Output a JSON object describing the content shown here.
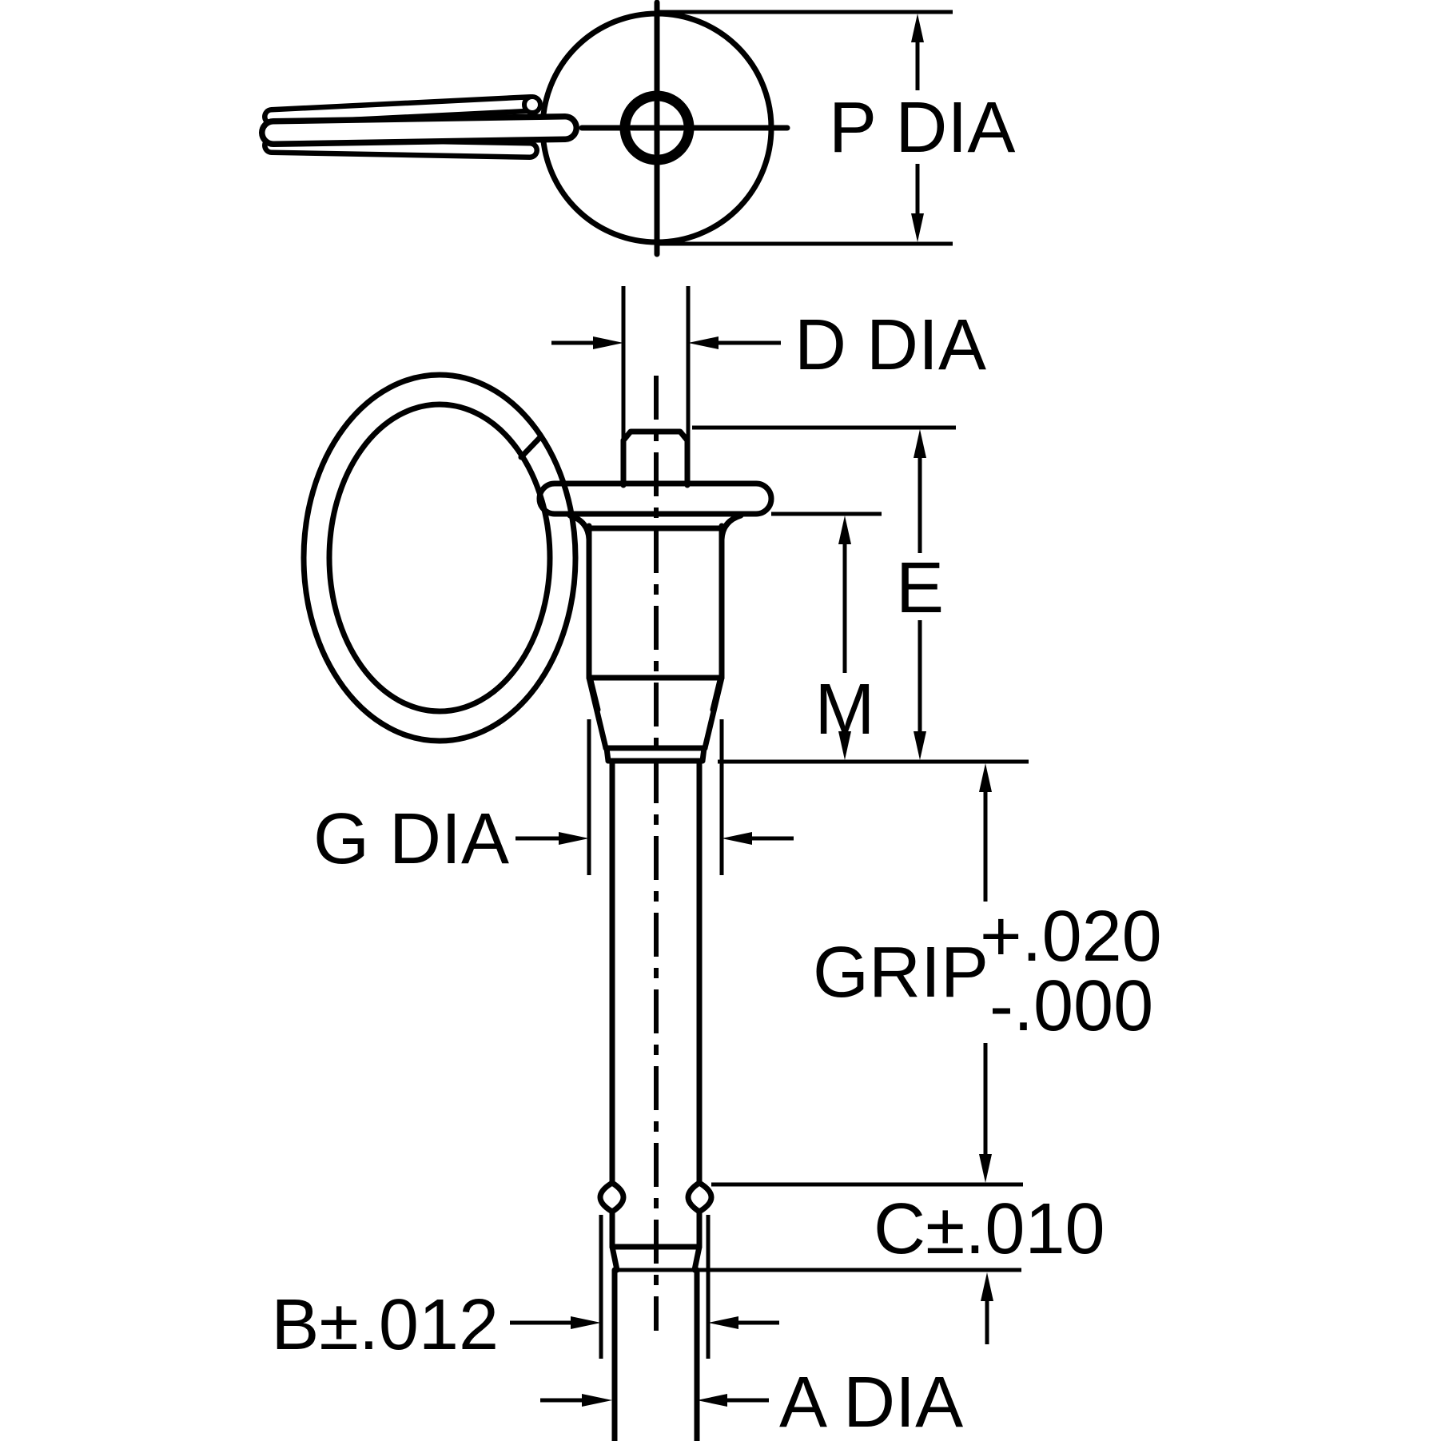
{
  "labels": {
    "p_dia": "P DIA",
    "d_dia": "D DIA",
    "e": "E",
    "m": "M",
    "g_dia": "G DIA",
    "grip": "GRIP",
    "grip_tolerance_plus": "+.020",
    "grip_tolerance_minus": "-.000",
    "c_tolerance": "C±.010",
    "b_tolerance": "B±.012",
    "a_dia": "A DIA"
  },
  "colors": {
    "stroke": "#000000",
    "background": "#ffffff"
  }
}
